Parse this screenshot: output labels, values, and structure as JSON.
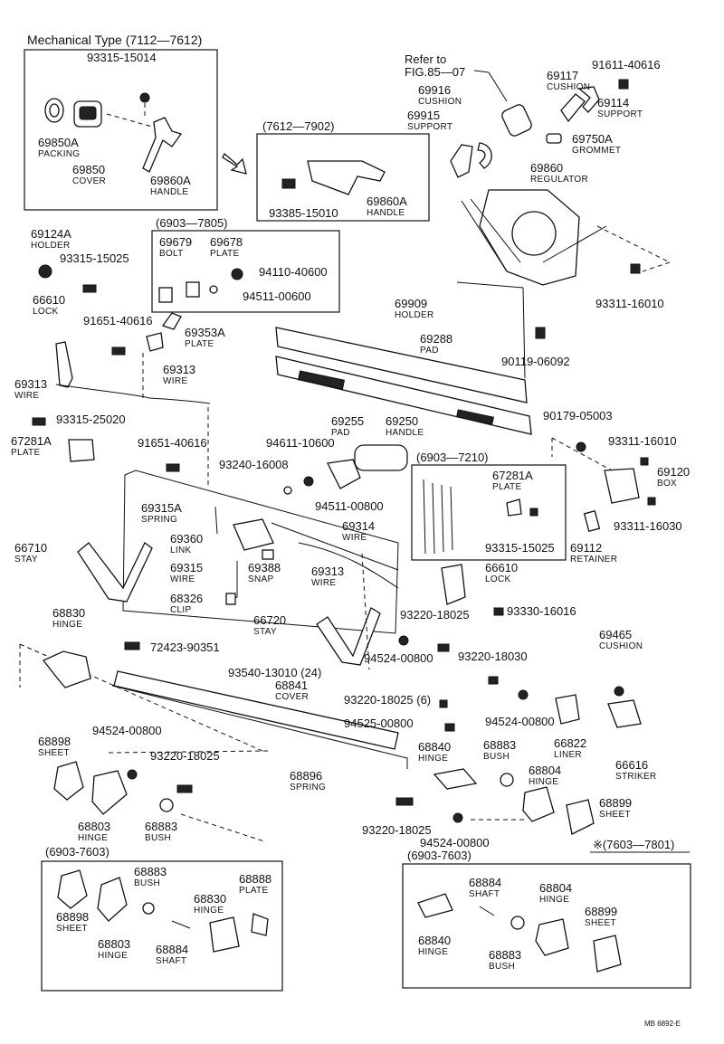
{
  "boxes": {
    "mechanical": {
      "title": "Mechanical Type (7112—7612)"
    },
    "b7612": {
      "title": "(7612—7902)"
    },
    "b6903_7805": {
      "title": "(6903—7805)"
    },
    "b6903_7210": {
      "title": "(6903—7210)"
    },
    "b6903_7603_left": {
      "title": "(6903-7603)"
    },
    "b6903_7603_right": {
      "title": "(6903-7603)"
    },
    "note7603": {
      "title": "※(7603—7801)"
    }
  },
  "refer": {
    "line1": "Refer to",
    "line2": "FIG.85—07"
  },
  "labels": [
    {
      "id": "l1",
      "num": "93315-15014",
      "name": ""
    },
    {
      "id": "l2",
      "num": "69850A",
      "name": "PACKING"
    },
    {
      "id": "l3",
      "num": "69850",
      "name": "COVER"
    },
    {
      "id": "l4",
      "num": "69860A",
      "name": "HANDLE"
    },
    {
      "id": "l5",
      "num": "93385-15010",
      "name": ""
    },
    {
      "id": "l6",
      "num": "69860A",
      "name": "HANDLE"
    },
    {
      "id": "l7",
      "num": "69916",
      "name": "CUSHION"
    },
    {
      "id": "l8",
      "num": "69915",
      "name": "SUPPORT"
    },
    {
      "id": "l9",
      "num": "69117",
      "name": "CUSHION"
    },
    {
      "id": "l10",
      "num": "91611-40616",
      "name": ""
    },
    {
      "id": "l11",
      "num": "69114",
      "name": "SUPPORT"
    },
    {
      "id": "l12",
      "num": "69750A",
      "name": "GROMMET"
    },
    {
      "id": "l13",
      "num": "69860",
      "name": "REGULATOR"
    },
    {
      "id": "l14",
      "num": "69124A",
      "name": "HOLDER"
    },
    {
      "id": "l15",
      "num": "93315-15025",
      "name": ""
    },
    {
      "id": "l16",
      "num": "69679",
      "name": "BOLT"
    },
    {
      "id": "l17",
      "num": "69678",
      "name": "PLATE"
    },
    {
      "id": "l18",
      "num": "94110-40600",
      "name": ""
    },
    {
      "id": "l19",
      "num": "94511-00600",
      "name": ""
    },
    {
      "id": "l20",
      "num": "93311-16010",
      "name": ""
    },
    {
      "id": "l21",
      "num": "66610",
      "name": "LOCK"
    },
    {
      "id": "l22",
      "num": "91651-40616",
      "name": ""
    },
    {
      "id": "l23",
      "num": "69353A",
      "name": "PLATE"
    },
    {
      "id": "l24",
      "num": "69909",
      "name": "HOLDER"
    },
    {
      "id": "l25",
      "num": "69288",
      "name": "PAD"
    },
    {
      "id": "l26",
      "num": "90119-06092",
      "name": ""
    },
    {
      "id": "l27",
      "num": "69313",
      "name": "WIRE"
    },
    {
      "id": "l28",
      "num": "69313",
      "name": "WIRE"
    },
    {
      "id": "l29",
      "num": "93315-25020",
      "name": ""
    },
    {
      "id": "l30",
      "num": "67281A",
      "name": "PLATE"
    },
    {
      "id": "l31",
      "num": "69255",
      "name": "PAD"
    },
    {
      "id": "l32",
      "num": "69250",
      "name": "HANDLE"
    },
    {
      "id": "l33",
      "num": "94611-10600",
      "name": ""
    },
    {
      "id": "l34",
      "num": "90179-05003",
      "name": ""
    },
    {
      "id": "l35",
      "num": "93311-16010",
      "name": ""
    },
    {
      "id": "l36",
      "num": "91651-40616",
      "name": ""
    },
    {
      "id": "l37",
      "num": "93240-16008",
      "name": ""
    },
    {
      "id": "l38",
      "num": "67281A",
      "name": "PLATE"
    },
    {
      "id": "l39",
      "num": "69120",
      "name": "BOX"
    },
    {
      "id": "l40",
      "num": "94511-00800",
      "name": ""
    },
    {
      "id": "l41",
      "num": "69315A",
      "name": "SPRING"
    },
    {
      "id": "l42",
      "num": "69314",
      "name": "WIRE"
    },
    {
      "id": "l43",
      "num": "93311-16030",
      "name": ""
    },
    {
      "id": "l44",
      "num": "93315-15025",
      "name": ""
    },
    {
      "id": "l45",
      "num": "69112",
      "name": "RETAINER"
    },
    {
      "id": "l46",
      "num": "66710",
      "name": "STAY"
    },
    {
      "id": "l47",
      "num": "69360",
      "name": "LINK"
    },
    {
      "id": "l48",
      "num": "69315",
      "name": "WIRE"
    },
    {
      "id": "l49",
      "num": "69388",
      "name": "SNAP"
    },
    {
      "id": "l50",
      "num": "69313",
      "name": "WIRE"
    },
    {
      "id": "l51",
      "num": "66610",
      "name": "LOCK"
    },
    {
      "id": "l52",
      "num": "68326",
      "name": "CLIP"
    },
    {
      "id": "l53",
      "num": "93330-16016",
      "name": ""
    },
    {
      "id": "l54",
      "num": "68830",
      "name": "HINGE"
    },
    {
      "id": "l55",
      "num": "66720",
      "name": "STAY"
    },
    {
      "id": "l56",
      "num": "93220-18025",
      "name": ""
    },
    {
      "id": "l57",
      "num": "69465",
      "name": "CUSHION"
    },
    {
      "id": "l58",
      "num": "72423-90351",
      "name": ""
    },
    {
      "id": "l59",
      "num": "93220-18030",
      "name": ""
    },
    {
      "id": "l60",
      "num": "94524-00800",
      "name": ""
    },
    {
      "id": "l61",
      "num": "93540-13010 (24)",
      "name": ""
    },
    {
      "id": "l62",
      "num": "68841",
      "name": "COVER"
    },
    {
      "id": "l63",
      "num": "93220-18025 (6)",
      "name": ""
    },
    {
      "id": "l64",
      "num": "94524-00800",
      "name": ""
    },
    {
      "id": "l65",
      "num": "94525-00800",
      "name": ""
    },
    {
      "id": "l66",
      "num": "66822",
      "name": "LINER"
    },
    {
      "id": "l67",
      "num": "66616",
      "name": "STRIKER"
    },
    {
      "id": "l68",
      "num": "68898",
      "name": "SHEET"
    },
    {
      "id": "l69",
      "num": "94524-00800",
      "name": ""
    },
    {
      "id": "l70",
      "num": "93220-18025",
      "name": ""
    },
    {
      "id": "l71",
      "num": "68896",
      "name": "SPRING"
    },
    {
      "id": "l72",
      "num": "68840",
      "name": "HINGE"
    },
    {
      "id": "l73",
      "num": "68883",
      "name": "BUSH"
    },
    {
      "id": "l74",
      "num": "68804",
      "name": "HINGE"
    },
    {
      "id": "l75",
      "num": "68803",
      "name": "HINGE"
    },
    {
      "id": "l76",
      "num": "68883",
      "name": "BUSH"
    },
    {
      "id": "l77",
      "num": "68899",
      "name": "SHEET"
    },
    {
      "id": "l78",
      "num": "93220-18025",
      "name": ""
    },
    {
      "id": "l79",
      "num": "94524-00800",
      "name": ""
    },
    {
      "id": "l80",
      "num": "68883",
      "name": "BUSH"
    },
    {
      "id": "l81",
      "num": "68888",
      "name": "PLATE"
    },
    {
      "id": "l82",
      "num": "68830",
      "name": "HINGE"
    },
    {
      "id": "l83",
      "num": "68898",
      "name": "SHEET"
    },
    {
      "id": "l84",
      "num": "68803",
      "name": "HINGE"
    },
    {
      "id": "l85",
      "num": "68884",
      "name": "SHAFT"
    },
    {
      "id": "l86",
      "num": "68884",
      "name": "SHAFT"
    },
    {
      "id": "l87",
      "num": "68804",
      "name": "HINGE"
    },
    {
      "id": "l88",
      "num": "68899",
      "name": "SHEET"
    },
    {
      "id": "l89",
      "num": "68840",
      "name": "HINGE"
    },
    {
      "id": "l90",
      "num": "68883",
      "name": "BUSH"
    }
  ],
  "footer": {
    "code": "MB 6892-E"
  }
}
